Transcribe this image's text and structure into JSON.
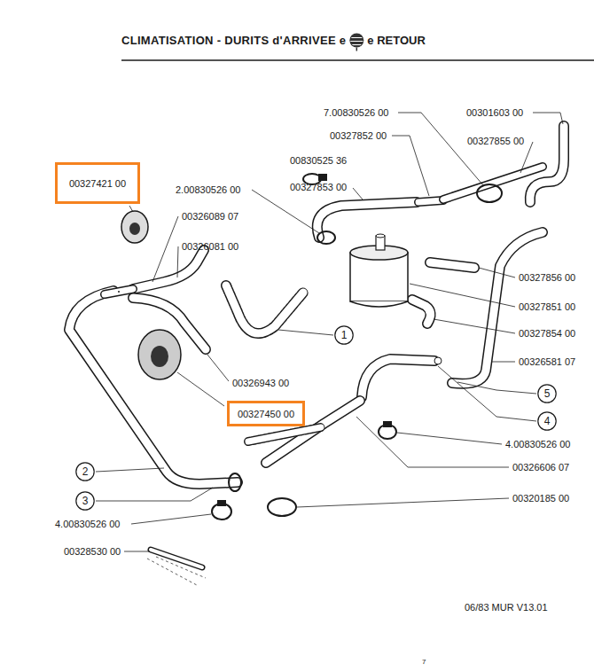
{
  "diagram": {
    "title": "CLIMATISATION - DURITS d'ARRIVEE e",
    "nodes": [
      {
        "text": [
          "00327421 00"
        ]
      },
      {
        "text": [
          "1"
        ]
      },
      {
        "text": [
          "00327450 00"
        ]
      },
      {
        "text": [
          "5"
        ]
      },
      {
        "text": [
          "4"
        ]
      },
      {
        "text": [
          "2"
        ]
      },
      {
        "text": [
          "3"
        ]
      }
    ],
    "labels": [
      "00326089 07",
      "00326081 00",
      "2.00830526 00",
      "7.00830526 00",
      "00327852 00",
      "00830525 36",
      "00327853 00",
      "00301603 00",
      "00327855 00",
      "00327856 00",
      "00327851 00",
      "00327854 00",
      "00326581 07",
      "00326943 00",
      "4.00830526 00",
      "00326606 07",
      "00320185 00",
      "4.00830526 00",
      "00328530 00",
      "06/83 MUR V13.01",
      "e RETOUR",
      "7"
    ]
  }
}
